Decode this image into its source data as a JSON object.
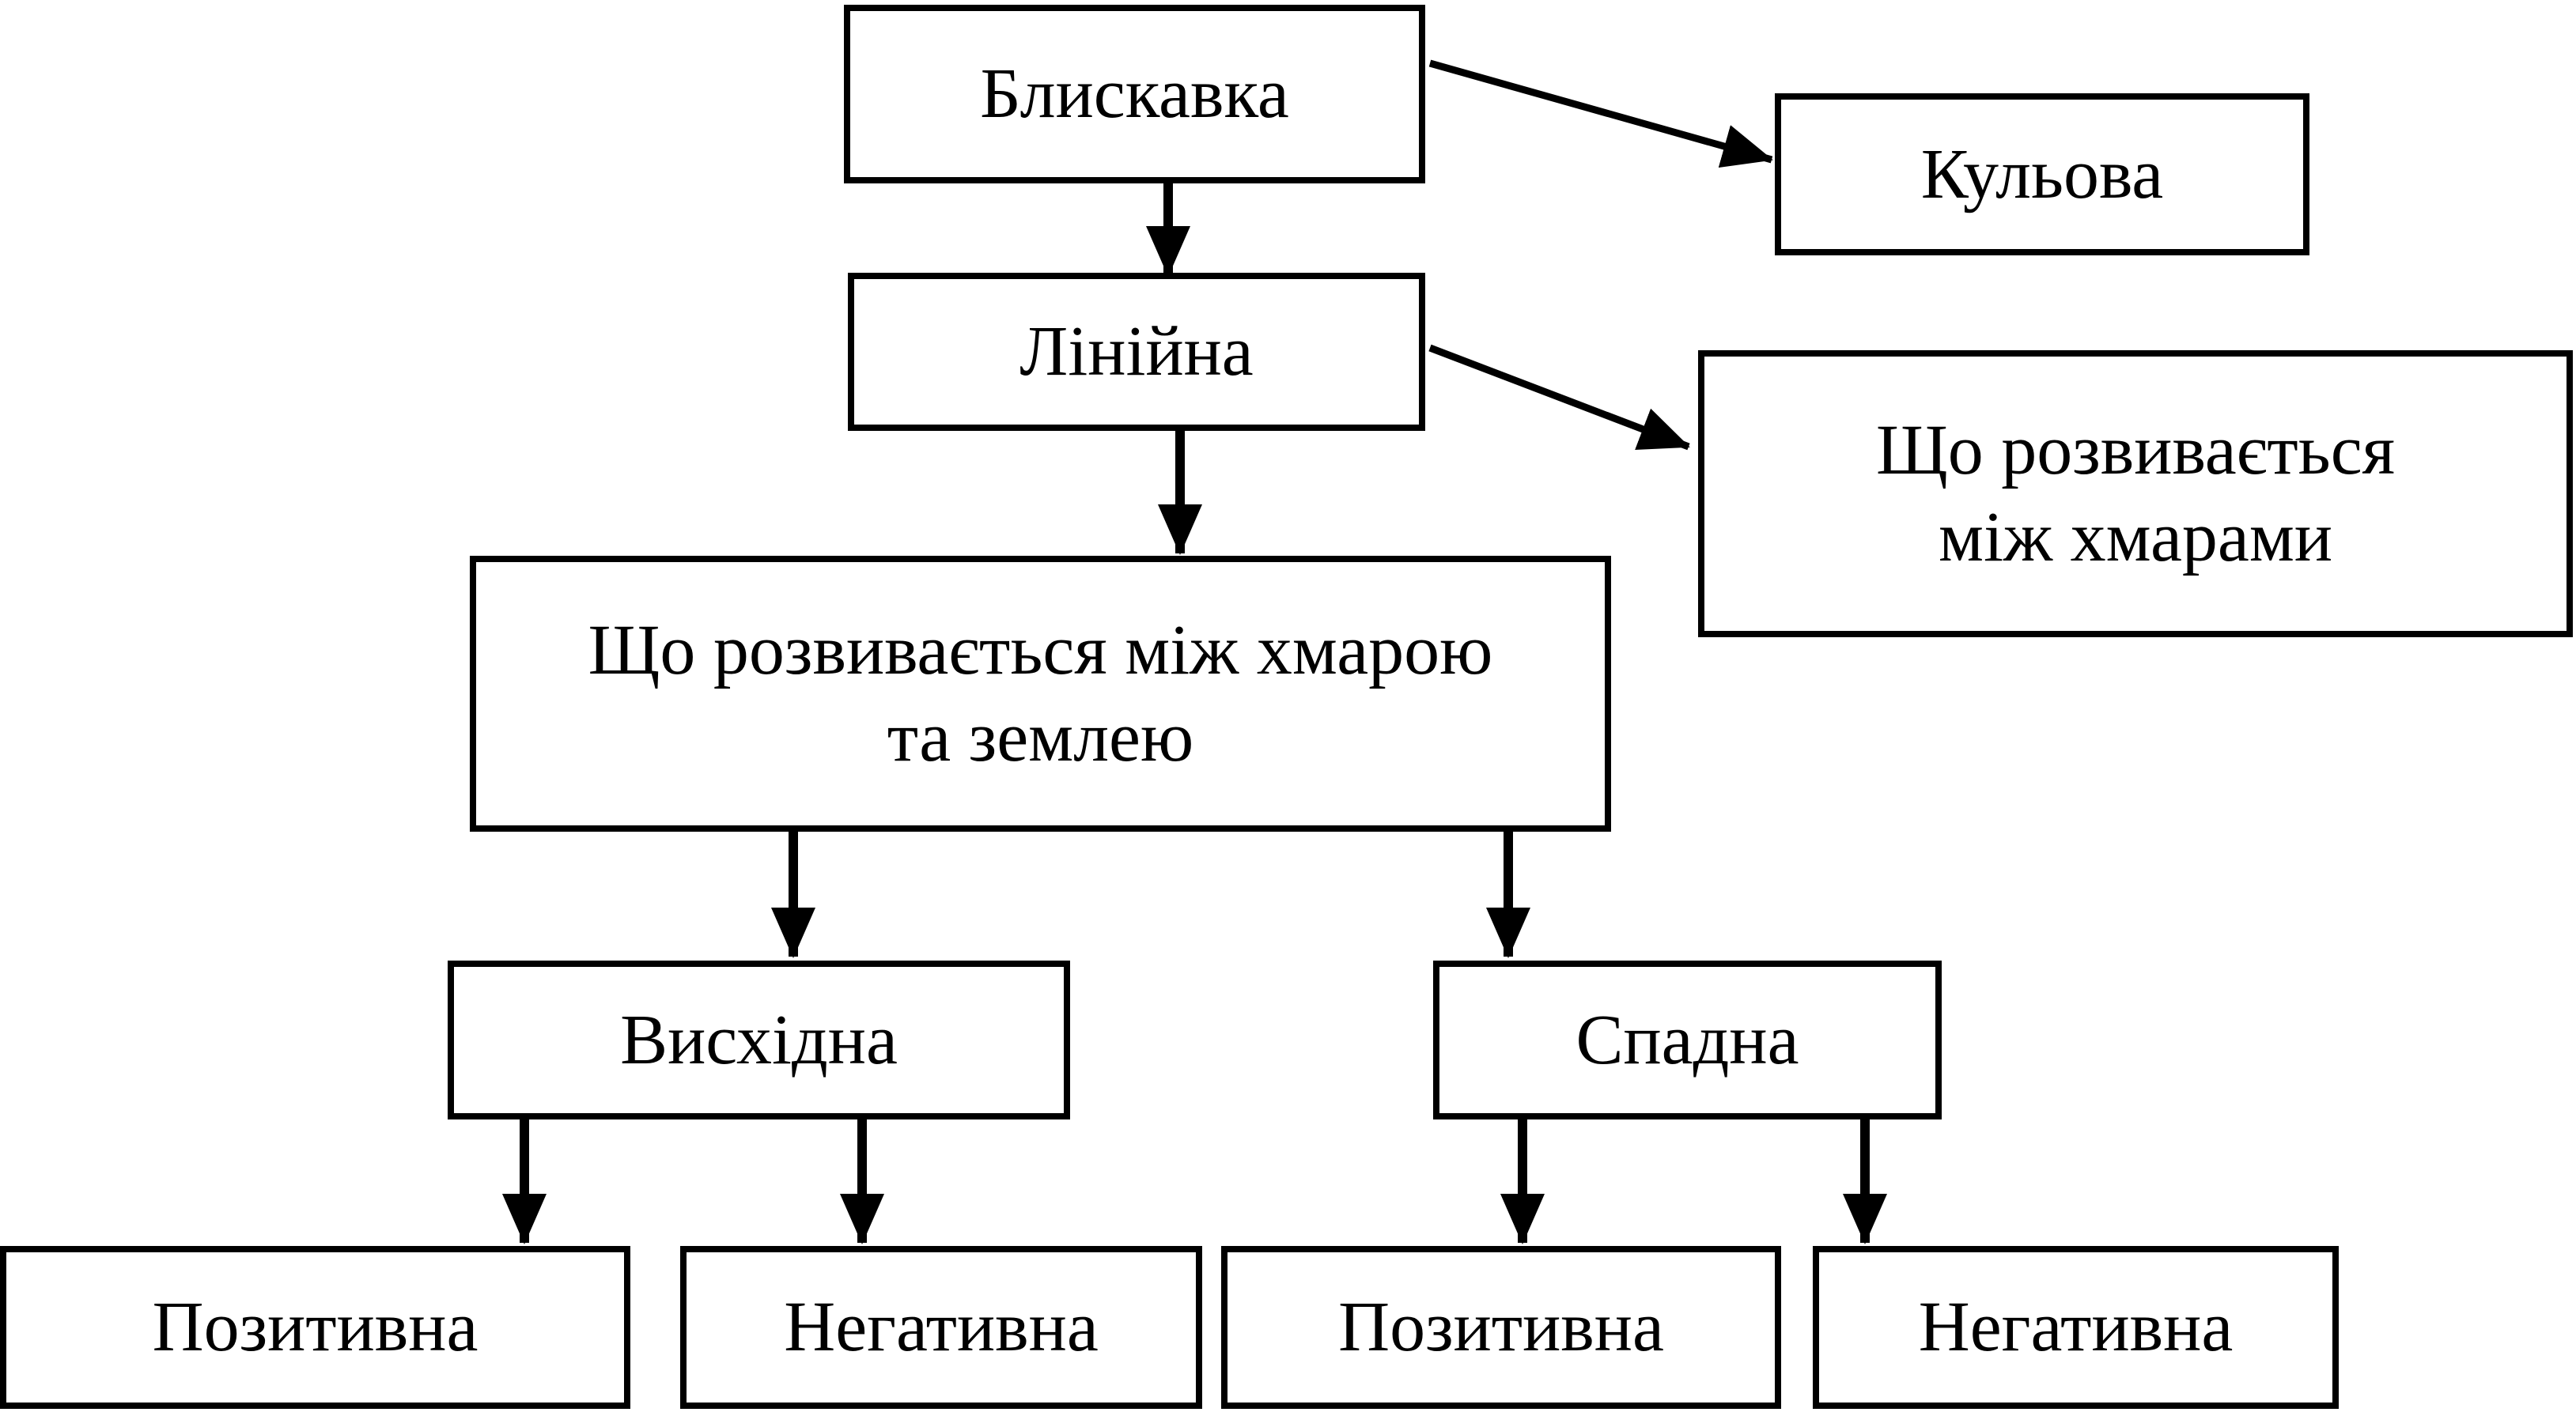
{
  "nodes": {
    "lightning": {
      "label": "Блискавка"
    },
    "ball": {
      "label": "Кульова"
    },
    "linear": {
      "label": "Лінійна"
    },
    "between_clouds": {
      "line1": "Що розвивається",
      "line2": "між хмарами"
    },
    "cloud_ground": {
      "line1": "Що розвивається між хмарою",
      "line2": "та землею"
    },
    "ascending": {
      "label": "Висхідна"
    },
    "descending": {
      "label": "Спадна"
    },
    "asc_positive": {
      "label": "Позитивна"
    },
    "asc_negative": {
      "label": "Негативна"
    },
    "desc_positive": {
      "label": "Позитивна"
    },
    "desc_negative": {
      "label": "Негативна"
    }
  },
  "colors": {
    "stroke": "#000000",
    "fill": "#ffffff",
    "text": "#000000"
  }
}
